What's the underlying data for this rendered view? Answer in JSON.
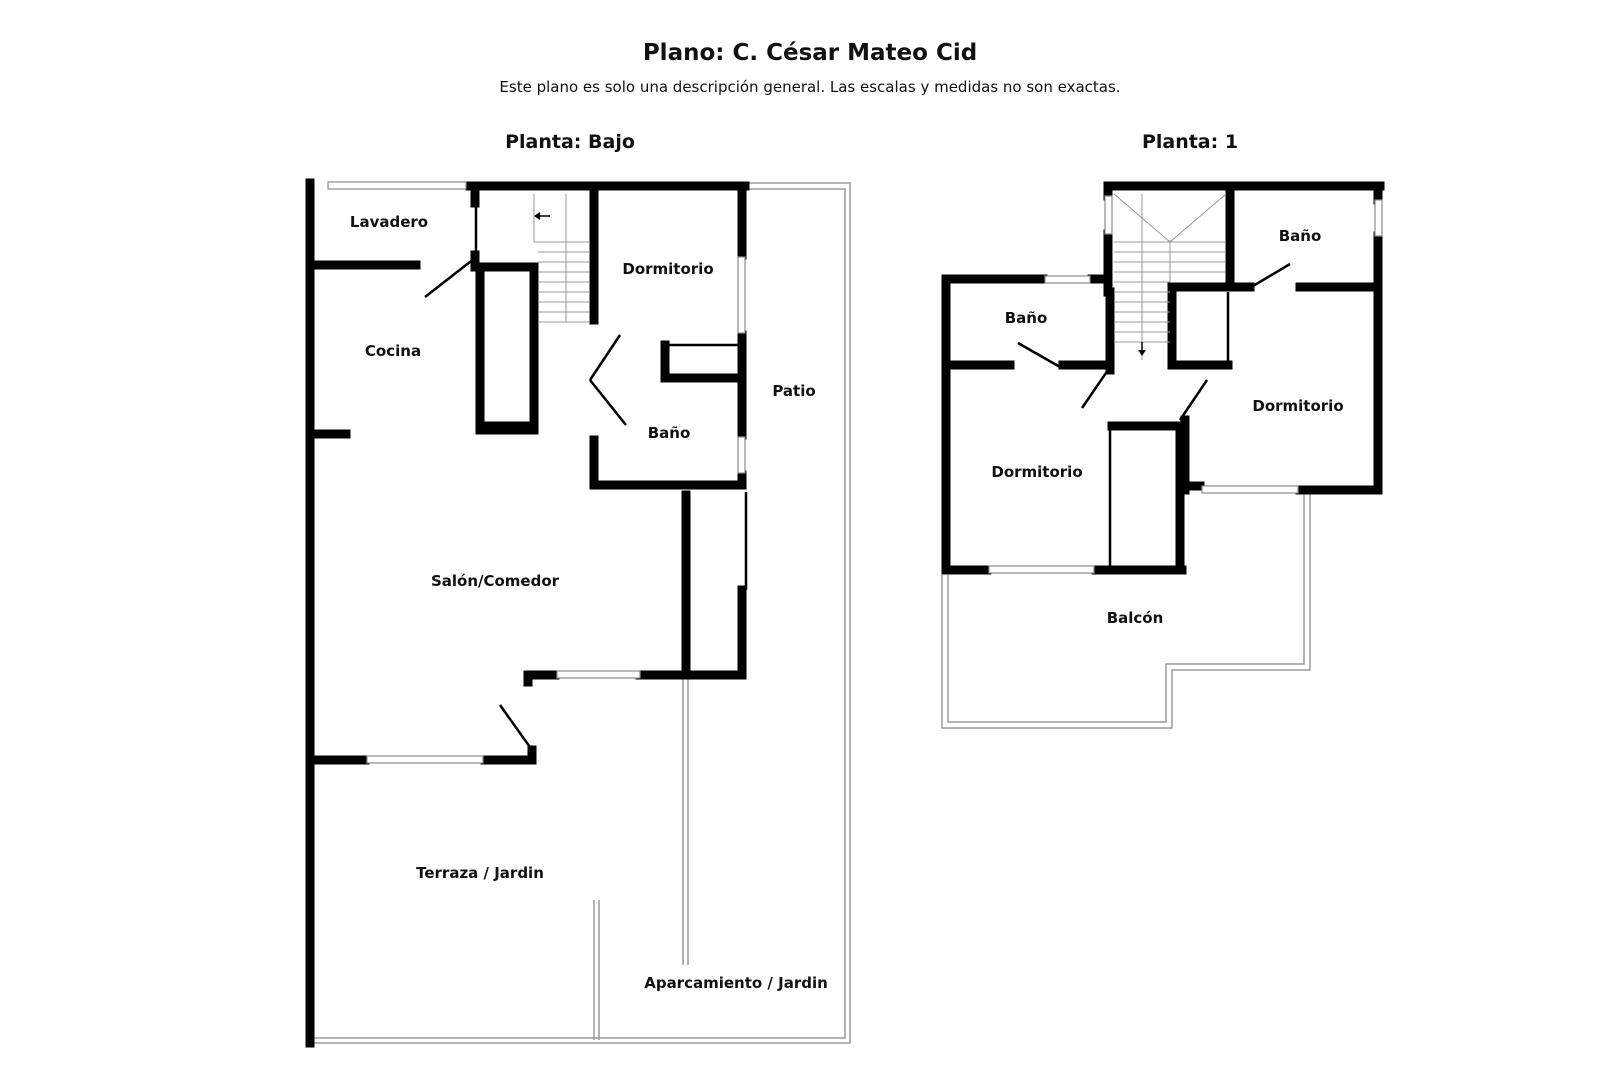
{
  "plan": {
    "title": "Plano:  C. César Mateo Cid",
    "subtitle": "Este plano es solo una descripción general. Las escalas y medidas no son exactas."
  },
  "floors": [
    {
      "title": "Planta: Bajo",
      "rooms": [
        "Lavadero",
        "Dormitorio",
        "Cocina",
        "Patio",
        "Baño",
        "Salón/Comedor",
        "Terraza / Jardin",
        "Aparcamiento / Jardin"
      ]
    },
    {
      "title": "Planta: 1",
      "rooms": [
        "Baño",
        "Baño",
        "Dormitorio",
        "Dormitorio",
        "Balcón"
      ]
    }
  ],
  "colors": {
    "wall": "#000000",
    "window": "#9a9a9a",
    "background": "#ffffff"
  }
}
